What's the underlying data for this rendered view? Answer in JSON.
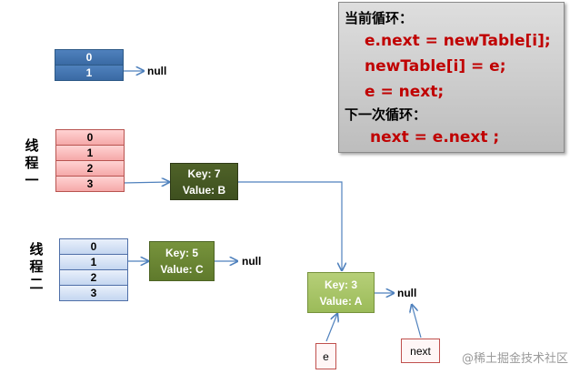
{
  "top_array": {
    "cells": [
      "0",
      "1"
    ],
    "null_label": "null"
  },
  "thread1": {
    "label": "线程一",
    "cells": [
      "0",
      "1",
      "2",
      "3"
    ]
  },
  "thread2": {
    "label": "线程二",
    "cells": [
      "0",
      "1",
      "2",
      "3"
    ],
    "null_label": "null"
  },
  "nodes": {
    "key7": {
      "key": "Key: 7",
      "value": "Value: B"
    },
    "key5": {
      "key": "Key: 5",
      "value": "Value: C"
    },
    "key3": {
      "key": "Key: 3",
      "value": "Value: A"
    }
  },
  "key3_null_label": "null",
  "pointers": {
    "e": "e",
    "next": "next"
  },
  "code_box": {
    "current_loop_title": "当前循环：",
    "current_lines": [
      "e.next = newTable[i];",
      "newTable[i] = e;",
      "e = next;"
    ],
    "next_loop_title": "下一次循环：",
    "next_lines": [
      "next = e.next ;"
    ]
  },
  "watermark": "@稀土掘金技术社区",
  "colors": {
    "code_text": "#c00000",
    "arrow": "#4f81bd"
  }
}
